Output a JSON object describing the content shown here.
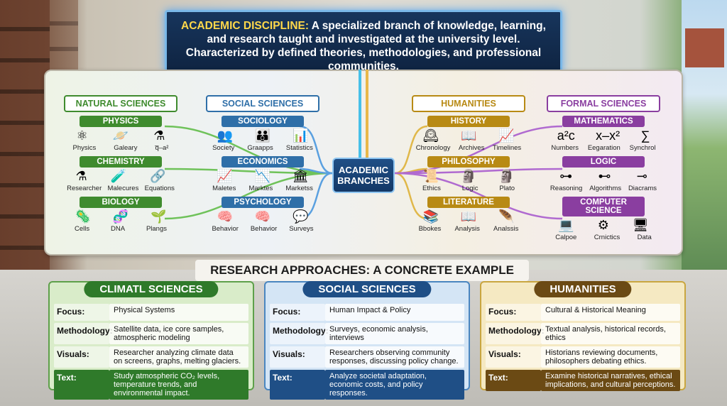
{
  "definition": {
    "term": "ACADEMIC DISCIPLINE:",
    "text": "A specialized branch of knowledge, learning, and research taught and investigated at the university level. Characterized by defined theories, methodologies, and professional communities."
  },
  "center_label": "ACADEMIC BRANCHES",
  "branches": [
    {
      "title": "NATURAL SCIENCES",
      "color": "#3f8b2e",
      "groups": [
        {
          "title": "PHYSICS",
          "icons": [
            "⚛",
            "🪐",
            "⚗"
          ],
          "labels": [
            "Physics",
            "Galeary",
            "q̅–a²"
          ]
        },
        {
          "title": "CHEMISTRY",
          "icons": [
            "⚗",
            "🧪",
            "🔗"
          ],
          "labels": [
            "Researcher",
            "Malecures",
            "Equations"
          ]
        },
        {
          "title": "BIOLOGY",
          "icons": [
            "🦠",
            "🧬",
            "🌱"
          ],
          "labels": [
            "Cells",
            "DNA",
            "Plangs"
          ]
        }
      ]
    },
    {
      "title": "SOCIAL SCIENCES",
      "color": "#2f6fa8",
      "groups": [
        {
          "title": "SOCIOLOGY",
          "icons": [
            "👥",
            "👪",
            "📊"
          ],
          "labels": [
            "Society",
            "Graapps",
            "Statistics"
          ]
        },
        {
          "title": "ECONOMICS",
          "icons": [
            "📈",
            "📉",
            "🏛"
          ],
          "labels": [
            "Maletes",
            "Marktes",
            "Marketss"
          ]
        },
        {
          "title": "PSYCHOLOGY",
          "icons": [
            "🧠",
            "🧠",
            "💬"
          ],
          "labels": [
            "Behavior",
            "Behavior",
            "Surveys"
          ]
        }
      ]
    },
    {
      "title": "HUMANITIES",
      "color": "#b88a14",
      "groups": [
        {
          "title": "HISTORY",
          "icons": [
            "🕰",
            "📖",
            "📈"
          ],
          "labels": [
            "Chronology",
            "Archives",
            "Timelines"
          ]
        },
        {
          "title": "PHILOSOPHY",
          "icons": [
            "📜",
            "🗿",
            "🗿"
          ],
          "labels": [
            "Ethics",
            "Logic",
            "Plato"
          ]
        },
        {
          "title": "LITERATURE",
          "icons": [
            "📚",
            "📖",
            "🪶"
          ],
          "labels": [
            "Bbokes",
            "Analysis",
            "Analssis"
          ]
        }
      ]
    },
    {
      "title": "FORMAL SCIENCES",
      "color": "#8a3ea0",
      "groups": [
        {
          "title": "MATHEMATICS",
          "icons": [
            "a²c",
            "x–x²",
            "∑"
          ],
          "labels": [
            "Numbers",
            "Eegaration",
            "Synchrol"
          ]
        },
        {
          "title": "LOGIC",
          "icons": [
            "⊶",
            "⊷",
            "⊸"
          ],
          "labels": [
            "Reasoning",
            "Algorithms",
            "Diacrams"
          ]
        },
        {
          "title": "COMPUTER SCIENCE",
          "icons": [
            "💻",
            "⚙",
            "🖥"
          ],
          "labels": [
            "Calpoe",
            "Crnictics",
            "Data"
          ]
        }
      ]
    }
  ],
  "research_title": "RESEARCH APPROACHES: A CONCRETE EXAMPLE",
  "cards": [
    {
      "title": "CLIMATL SCIENCES",
      "accent": "#2f7a2a",
      "bg": "#d9ecc9",
      "border": "#5ea04a",
      "rows": [
        {
          "label": "Focus:",
          "value": "Physical Systems"
        },
        {
          "label": "Methodology:",
          "value": "Satellite data, ice core samples, atmospheric modeling"
        },
        {
          "label": "Visuals:",
          "value": "Researcher analyzing climate data on screens, graphs, melting glaciers."
        },
        {
          "label": "Text:",
          "value": "Study atmospheric CO₂ levels, temperature trends, and environmental impact."
        }
      ]
    },
    {
      "title": "SOCIAL SCIENCES",
      "accent": "#1f4f86",
      "bg": "#d4e5f5",
      "border": "#4a86c0",
      "rows": [
        {
          "label": "Focus:",
          "value": "Human Impact & Policy"
        },
        {
          "label": "Methodology:",
          "value": "Surveys, economic analysis, interviews"
        },
        {
          "label": "Visuals:",
          "value": "Researchers observing community responses, discussing policy change."
        },
        {
          "label": "Text:",
          "value": "Analyze societal adaptation, economic costs, and policy responses."
        }
      ]
    },
    {
      "title": "HUMANITIES",
      "accent": "#6b4a14",
      "bg": "#f5e9c2",
      "border": "#c9a640",
      "rows": [
        {
          "label": "Focus:",
          "value": "Cultural & Historical Meaning"
        },
        {
          "label": "Methodology:",
          "value": "Textual analysis, historical records, ethics"
        },
        {
          "label": "Visuals:",
          "value": "Historians reviewing documents, philosophers debating ethics."
        },
        {
          "label": "Text:",
          "value": "Examine historical narratives, ethical implications, and cultural perceptions."
        }
      ]
    }
  ]
}
